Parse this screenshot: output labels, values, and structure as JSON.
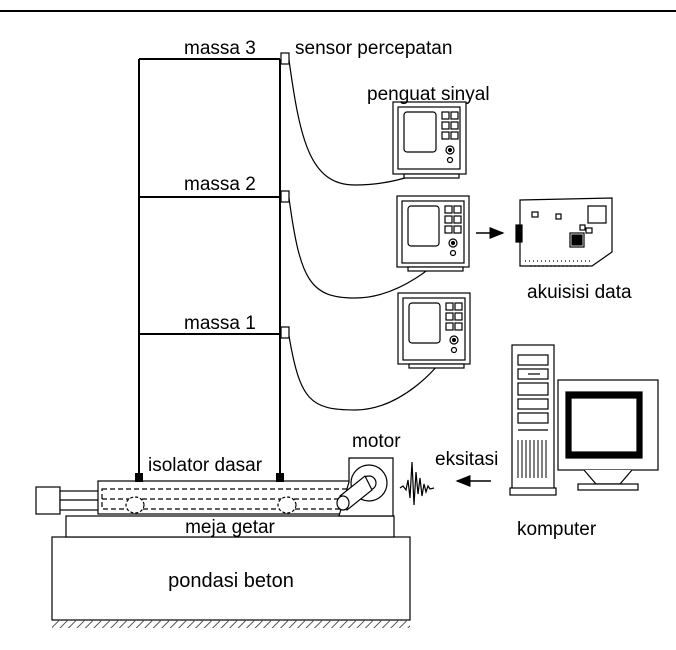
{
  "labels": {
    "mass3": "massa 3",
    "mass2": "massa 2",
    "mass1": "massa 1",
    "sensor": "sensor percepatan",
    "amplifier": "penguat sinyal",
    "daq": "akuisisi data",
    "isolator": "isolator dasar",
    "motor": "motor",
    "excitation": "eksitasi",
    "computer": "komputer",
    "shake_table": "meja getar",
    "foundation": "pondasi beton"
  },
  "colors": {
    "line": "#000000",
    "background": "#ffffff",
    "hatch": "#555555"
  }
}
